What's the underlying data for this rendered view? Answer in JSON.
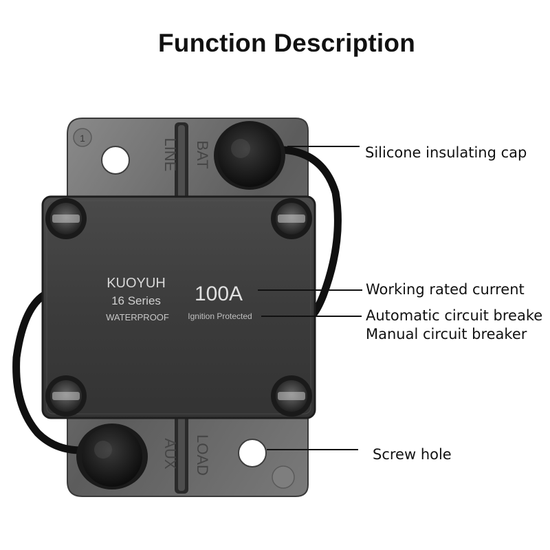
{
  "title": "Function Description",
  "product": {
    "brand": "KUOYUH",
    "series": "16 Series",
    "waterproof": "WATERPROOF",
    "rating": "100A",
    "ignition": "Ignition Protected",
    "terminal_top_left": "LINE",
    "terminal_top_right": "BAT",
    "terminal_bottom_left": "AUX",
    "terminal_bottom_right": "LOAD",
    "corner_mark": "1"
  },
  "callouts": {
    "cap": "Silicone insulating cap",
    "current": "Working rated current",
    "auto_breaker": "Automatic circuit breake",
    "manual_breaker": "Manual circuit breaker",
    "screw_hole": "Screw hole"
  }
}
